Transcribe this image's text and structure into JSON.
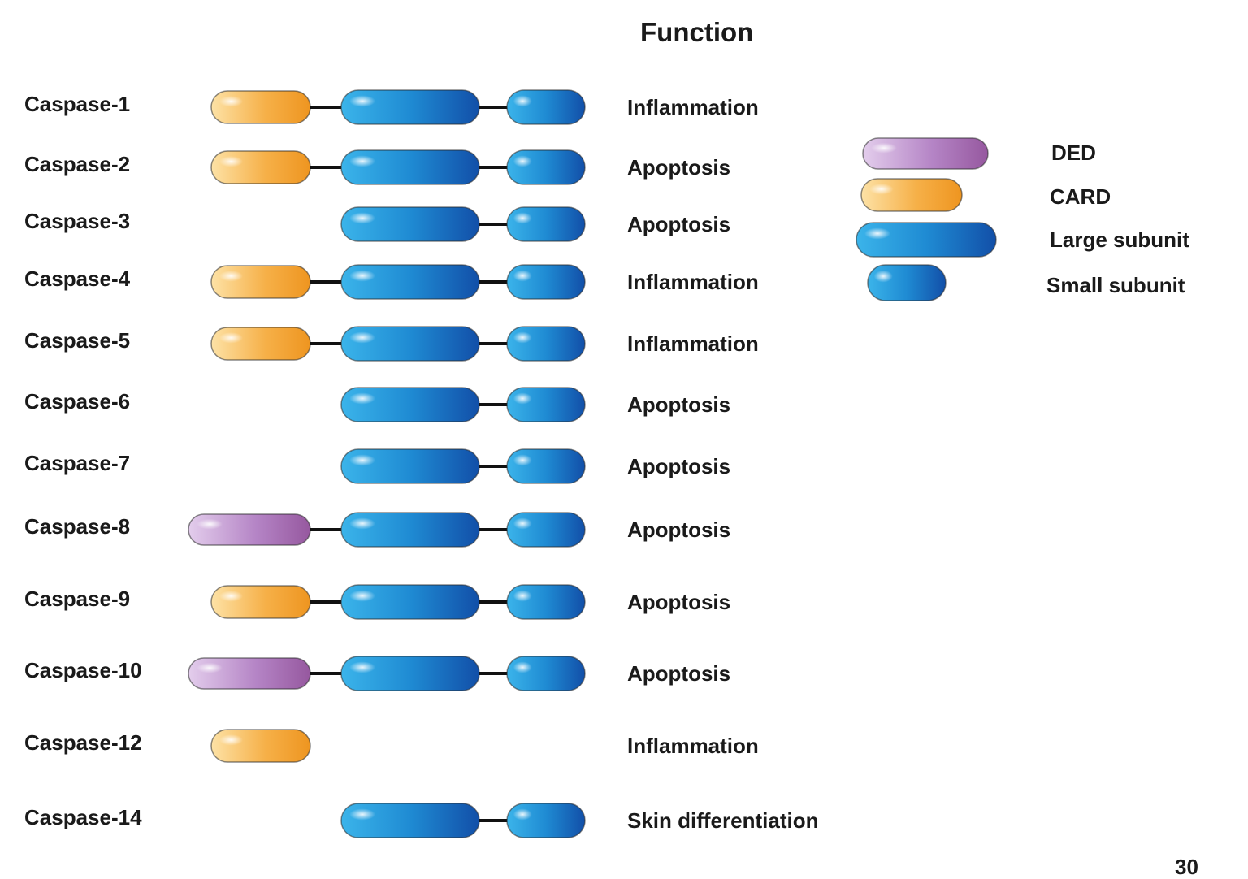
{
  "title": "Function",
  "colors": {
    "DED": "#b07cc0",
    "CARD": "#f5a93a",
    "Large subunit": "#1e7fc8",
    "Small subunit": "#1e7fc8",
    "linker": "#111111"
  },
  "legend": [
    {
      "domain": "DED",
      "label": "DED"
    },
    {
      "domain": "CARD",
      "label": "CARD"
    },
    {
      "domain": "Large subunit",
      "label": "Large subunit"
    },
    {
      "domain": "Small subunit",
      "label": "Small subunit"
    }
  ],
  "rows": [
    {
      "name": "Caspase-1",
      "prodomain": "CARD",
      "catalytic": true,
      "function": "Inflammation"
    },
    {
      "name": "Caspase-2",
      "prodomain": "CARD",
      "catalytic": true,
      "function": "Apoptosis"
    },
    {
      "name": "Caspase-3",
      "prodomain": null,
      "catalytic": true,
      "function": "Apoptosis"
    },
    {
      "name": "Caspase-4",
      "prodomain": "CARD",
      "catalytic": true,
      "function": "Inflammation"
    },
    {
      "name": "Caspase-5",
      "prodomain": "CARD",
      "catalytic": true,
      "function": "Inflammation"
    },
    {
      "name": "Caspase-6",
      "prodomain": null,
      "catalytic": true,
      "function": "Apoptosis"
    },
    {
      "name": "Caspase-7",
      "prodomain": null,
      "catalytic": true,
      "function": "Apoptosis"
    },
    {
      "name": "Caspase-8",
      "prodomain": "DED",
      "catalytic": true,
      "function": "Apoptosis"
    },
    {
      "name": "Caspase-9",
      "prodomain": "CARD",
      "catalytic": true,
      "function": "Apoptosis"
    },
    {
      "name": "Caspase-10",
      "prodomain": "DED",
      "catalytic": true,
      "function": "Apoptosis"
    },
    {
      "name": "Caspase-12",
      "prodomain": "CARD",
      "catalytic": false,
      "function": "Inflammation"
    },
    {
      "name": "Caspase-14",
      "prodomain": null,
      "catalytic": true,
      "function": "Skin differentiation"
    }
  ],
  "page_number": "30"
}
